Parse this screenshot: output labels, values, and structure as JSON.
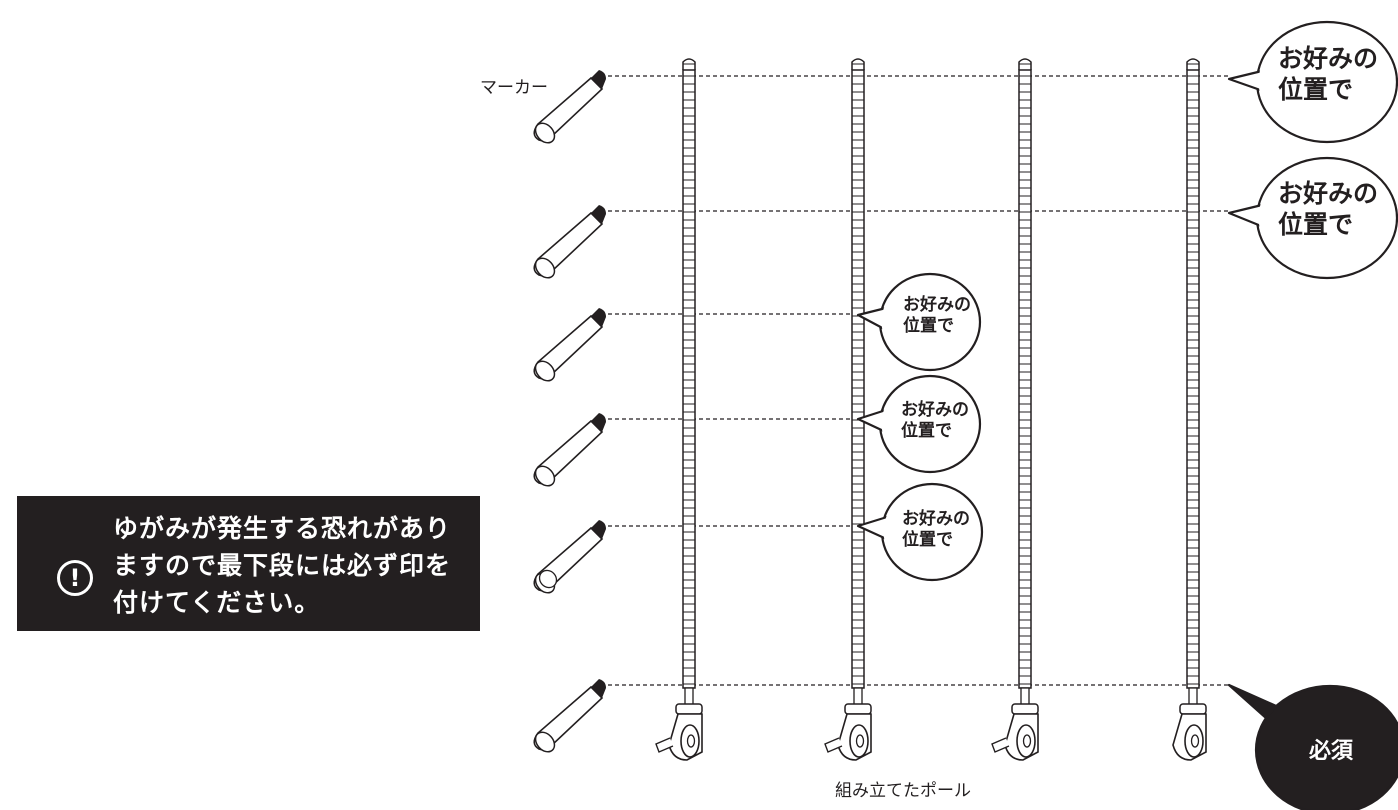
{
  "labels": {
    "marker": "マーカー",
    "poles_caption": "組み立てたポール",
    "required": "必須"
  },
  "bubbles": [
    {
      "line1": "お好みの",
      "line2": "位置で"
    },
    {
      "line1": "お好みの",
      "line2": "位置で"
    },
    {
      "line1": "お好みの",
      "line2": "位置で"
    },
    {
      "line1": "お好みの",
      "line2": "位置で"
    },
    {
      "line1": "お好みの",
      "line2": "位置で"
    }
  ],
  "warning": {
    "icon": "exclamation-circle-icon",
    "lines": [
      "ゆがみが発生する恐れがあり",
      "ますので最下段には必ず印を",
      "付けてください。"
    ]
  },
  "colors": {
    "ink": "#231f20",
    "background": "#ffffff",
    "warning_background": "#231f20"
  }
}
